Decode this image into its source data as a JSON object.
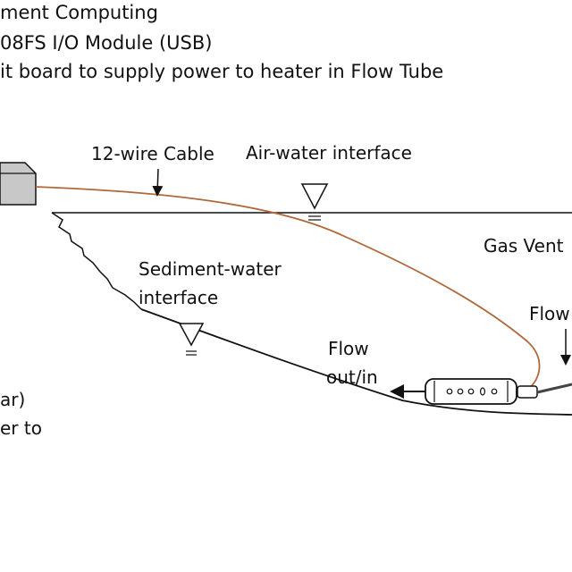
{
  "header_lines": [
    "ment Computing",
    "08FS I/O Module (USB)",
    "it board to supply power to heater in Flow Tube"
  ],
  "left_fragments": [
    "ar)",
    "er to"
  ],
  "labels": {
    "cable": "12-wire Cable",
    "air_water": "Air-water interface",
    "gas_vent": "Gas Vent",
    "sediment_line1": "Sediment-water",
    "sediment_line2": "interface",
    "flow_line1": "Flow",
    "flow_line2": "out/in",
    "flow_right": "Flow"
  },
  "colors": {
    "cable": "#b0683a",
    "line": "#111111",
    "box_fill": "#c8c8c8",
    "tube_fill": "#ffffff"
  }
}
